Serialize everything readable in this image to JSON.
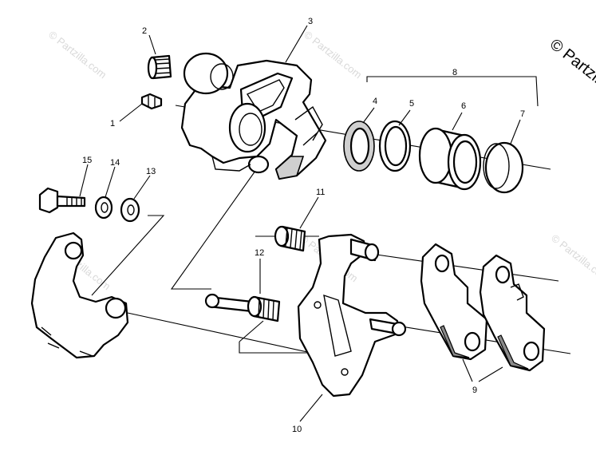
{
  "copyright": "© Partzilla.com",
  "watermark": "© Partzilla.com",
  "callouts": {
    "c1": "1",
    "c2": "2",
    "c3": "3",
    "c4": "4",
    "c5": "5",
    "c6": "6",
    "c7": "7",
    "c8": "8",
    "c9": "9",
    "c10": "10",
    "c11": "11",
    "c12": "12",
    "c13": "13",
    "c14": "14",
    "c15": "15"
  }
}
